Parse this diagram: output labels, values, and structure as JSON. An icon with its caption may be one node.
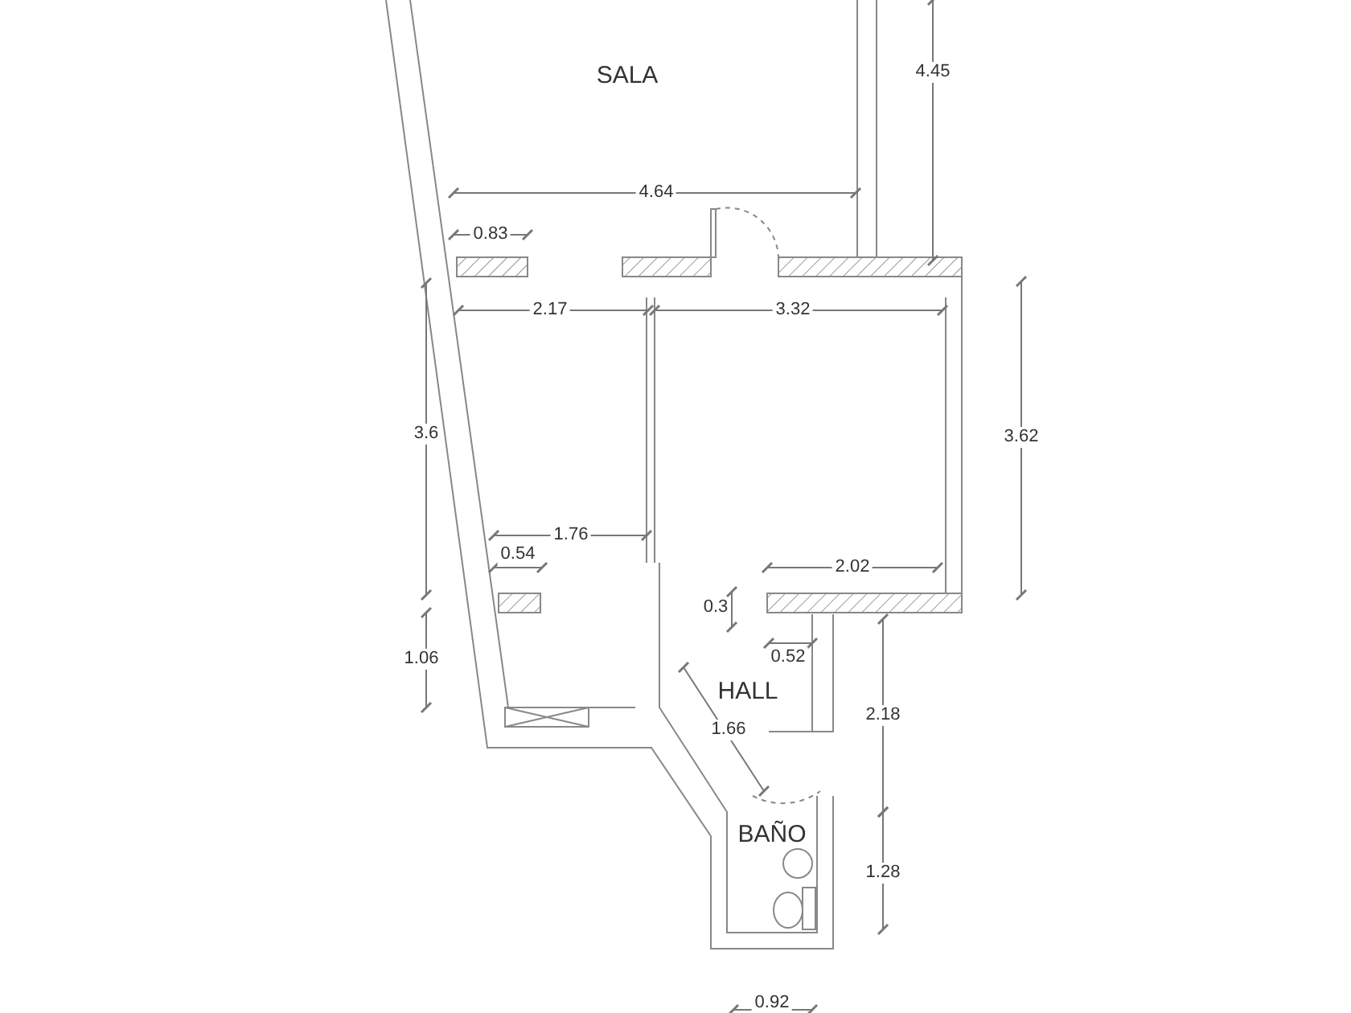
{
  "diagram": {
    "labels": [
      "SALA",
      "4.45",
      "4.64",
      "0.83",
      "2.17",
      "3.32",
      "3.6",
      "3.62",
      "1.76",
      "0.54",
      "2.02",
      "0.3",
      "1.06",
      "0.52",
      "HALL",
      "2.18",
      "1.66",
      "BAÑO",
      "1.28",
      "0.92"
    ]
  }
}
